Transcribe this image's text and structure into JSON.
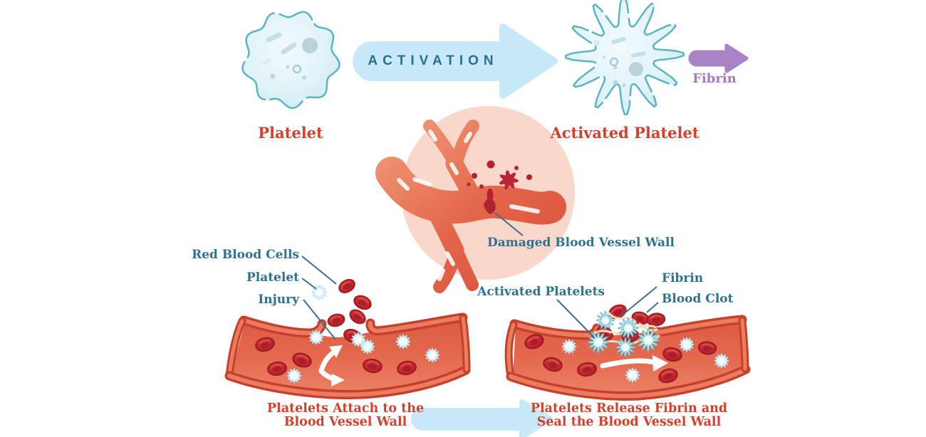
{
  "diagram": {
    "stage_activation": {
      "platelet_label": "Platelet",
      "activation_arrow_label": "ACTIVATION",
      "activated_platelet_label": "Activated Platelet",
      "fibrin_arrow_label": "Fibrin"
    },
    "damaged_vessel": {
      "label": "Damaged Blood Vessel Wall"
    },
    "attachment_scene": {
      "red_blood_cells_label": "Red Blood Cells",
      "platelet_label": "Platelet",
      "injury_label": "Injury",
      "caption_line1": "Platelets Attach to the",
      "caption_line2": "Blood Vessel Wall"
    },
    "sealing_scene": {
      "activated_platelets_label": "Activated Platelets",
      "fibrin_label": "Fibrin",
      "blood_clot_label": "Blood Clot",
      "caption_line1": "Platelets Release Fibrin and",
      "caption_line2": "Seal the Blood Vessel Wall"
    },
    "colors": {
      "label_red": "#d5402c",
      "label_blue": "#2d7292",
      "activation_text": "#2b6f8e",
      "fibrin_purple": "#a678bf",
      "arrow_light_blue": "#c8eaf8",
      "platelet_teal_outline": "#5ab5c1",
      "platelet_fill": "#e2f4f9",
      "vessel_salmon": "#e3654a",
      "vessel_dark_rim": "#c8402b",
      "red_blood_cell": "#c3242e",
      "pink_background_circle": "#f9d7ca",
      "fibrin_strand": "#f0e1bc"
    }
  }
}
